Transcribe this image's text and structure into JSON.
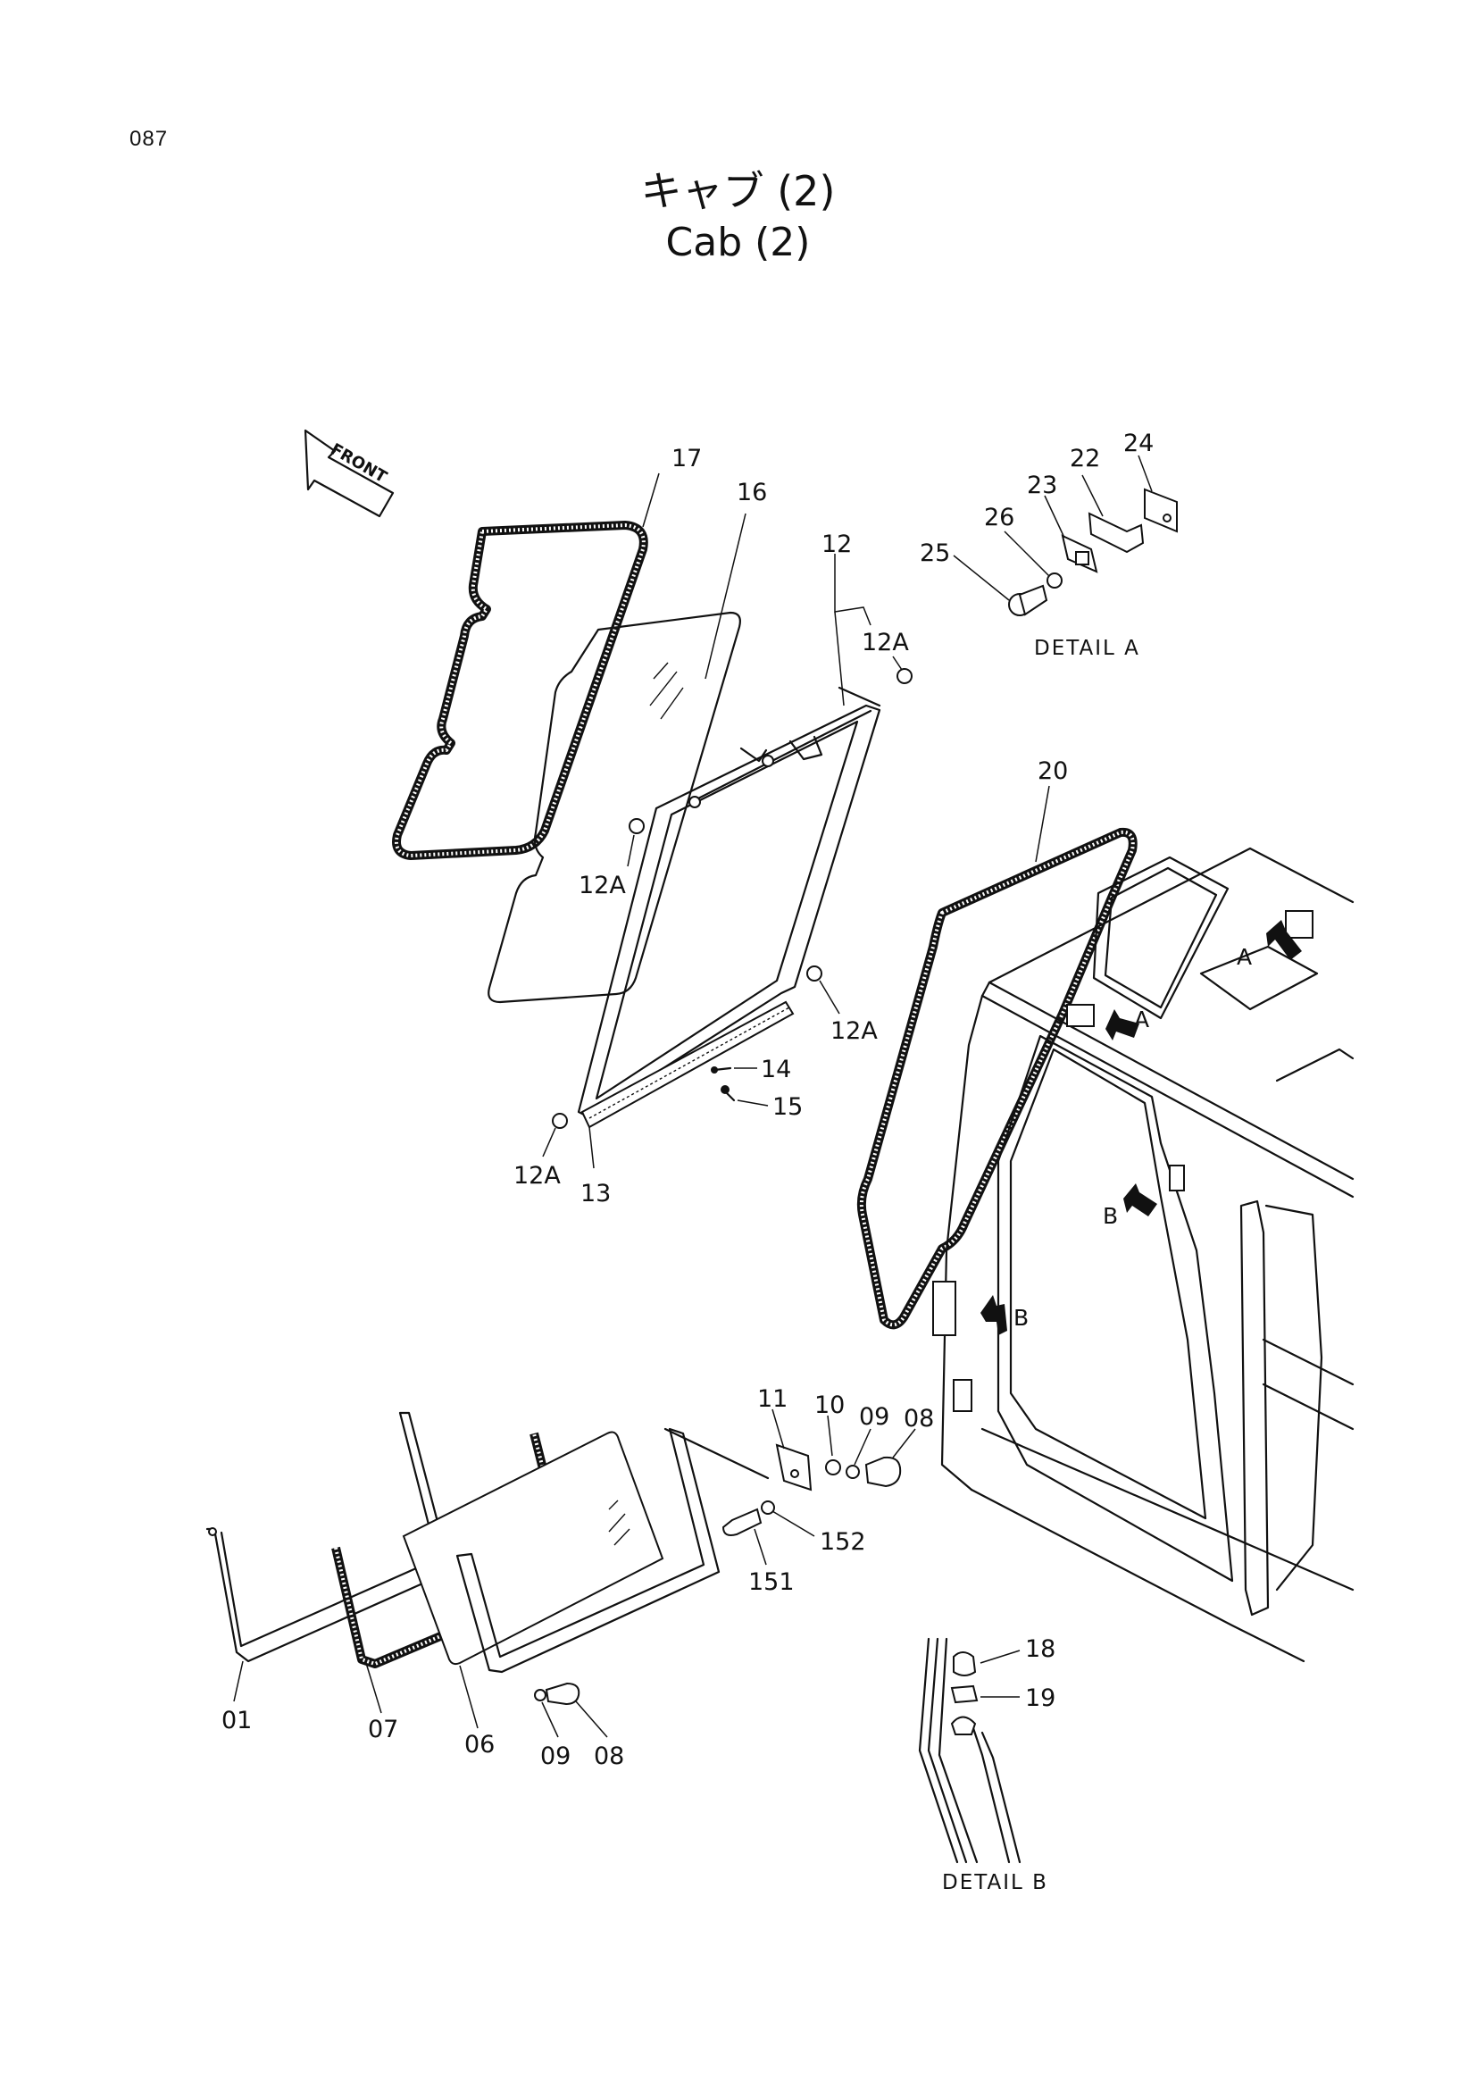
{
  "page_number": "087",
  "title_jp": "キャブ (2)",
  "title_en": "Cab (2)",
  "front_label": "FRONT",
  "details": {
    "a": "DETAIL  A",
    "b": "DETAIL  B"
  },
  "view_arrows": {
    "a1": "A",
    "a2": "A",
    "b1": "B",
    "b2": "B"
  },
  "callouts": {
    "p17": "17",
    "p16": "16",
    "p12": "12",
    "p12a_top": "12A",
    "p12a_left": "12A",
    "p12a_right": "12A",
    "p12a_bottom": "12A",
    "p13": "13",
    "p14": "14",
    "p15": "15",
    "p20": "20",
    "p22": "22",
    "p23": "23",
    "p24": "24",
    "p25": "25",
    "p26": "26",
    "p11": "11",
    "p10": "10",
    "p09_top": "09",
    "p08_top": "08",
    "p151": "151",
    "p152": "152",
    "p01": "01",
    "p07": "07",
    "p06": "06",
    "p09_bottom": "09",
    "p08_bottom": "08",
    "p18": "18",
    "p19": "19"
  }
}
